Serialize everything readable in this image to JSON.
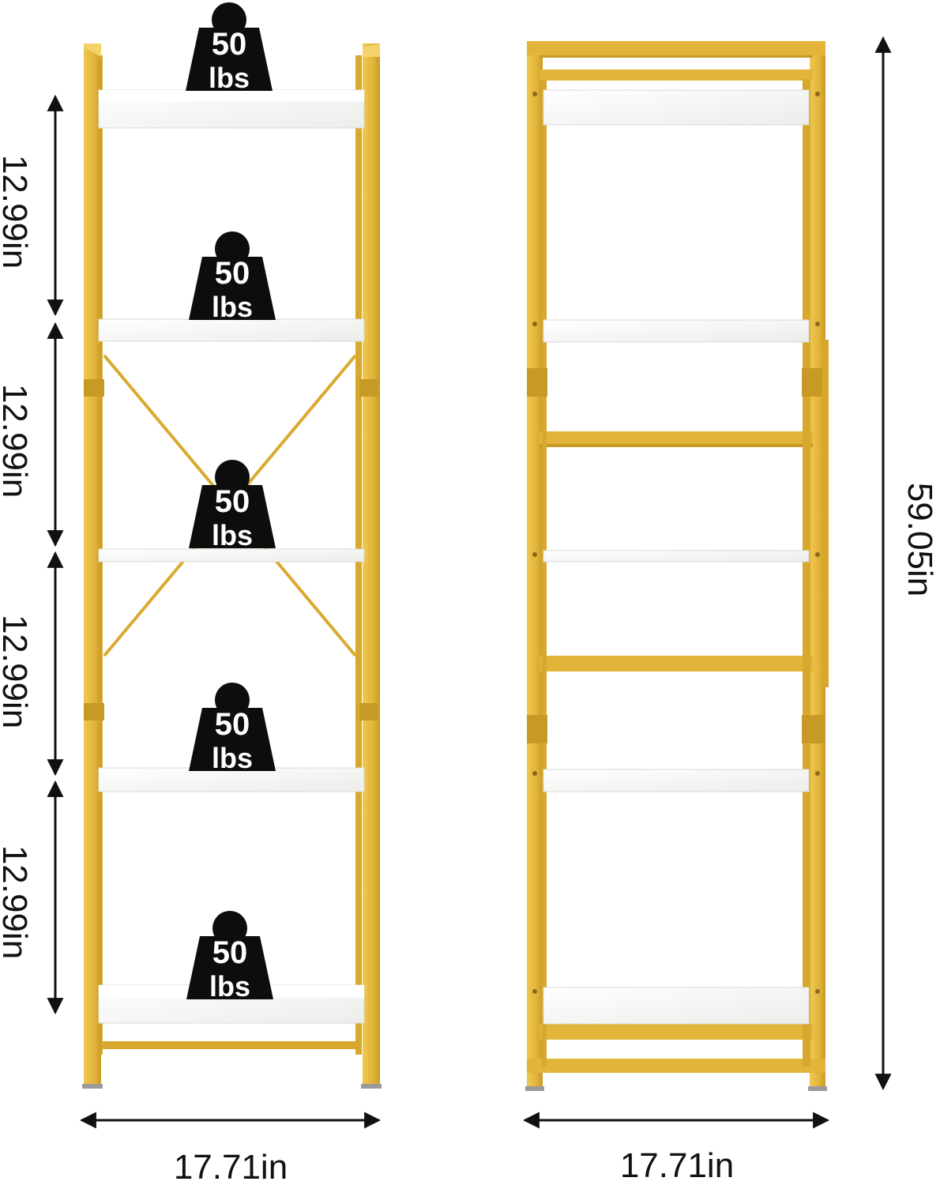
{
  "colors": {
    "frame": "#E2B43A",
    "frame_shadow": "#C79A25",
    "shelf": "#F4F4F2",
    "shelf_edge": "#D9D9D6",
    "weight": "#0D0D0D",
    "dimension": "#111111"
  },
  "front_view": {
    "shelf_spacing_labels": [
      "12.99in",
      "12.99in",
      "12.99in",
      "12.99in"
    ],
    "weights": [
      {
        "value": "50",
        "unit": "lbs"
      },
      {
        "value": "50",
        "unit": "lbs"
      },
      {
        "value": "50",
        "unit": "lbs"
      },
      {
        "value": "50",
        "unit": "lbs"
      },
      {
        "value": "50",
        "unit": "lbs"
      }
    ],
    "width_label": "17.71in"
  },
  "side_view": {
    "height_label": "59.05in",
    "width_label": "17.71in"
  }
}
